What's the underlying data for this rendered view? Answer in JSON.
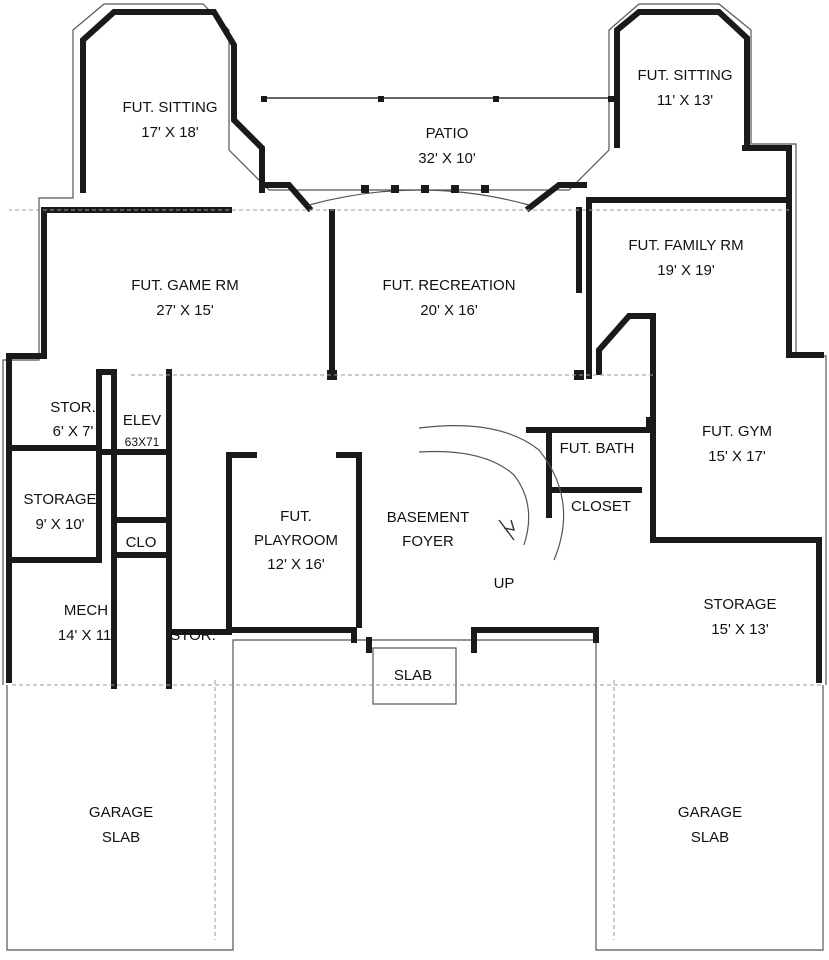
{
  "rooms": {
    "fut_sitting_left": {
      "name": "FUT. SITTING",
      "size": "17' X 18'"
    },
    "patio": {
      "name": "PATIO",
      "size": "32' X 10'"
    },
    "fut_sitting_right": {
      "name": "FUT. SITTING",
      "size": "11' X 13'"
    },
    "fut_game_rm": {
      "name": "FUT. GAME RM",
      "size": "27' X 15'"
    },
    "fut_recreation": {
      "name": "FUT. RECREATION",
      "size": "20' X 16'"
    },
    "fut_family_rm": {
      "name": "FUT. FAMILY RM",
      "size": "19' X 19'"
    },
    "stor_small": {
      "name": "STOR.",
      "size": "6' X 7'"
    },
    "elev": {
      "name": "ELEV",
      "size": "63X71"
    },
    "storage_left": {
      "name": "STORAGE",
      "size": "9' X 10'"
    },
    "clo": {
      "name": "CLO"
    },
    "mech": {
      "name": "MECH",
      "size": "14' X 11'"
    },
    "stor_bottom": {
      "name": "STOR."
    },
    "fut_playroom": {
      "name": "FUT.",
      "name2": "PLAYROOM",
      "size": "12' X 16'"
    },
    "basement_foyer": {
      "name": "BASEMENT",
      "name2": "FOYER"
    },
    "fut_bath": {
      "name": "FUT. BATH"
    },
    "closet": {
      "name": "CLOSET"
    },
    "fut_gym": {
      "name": "FUT. GYM",
      "size": "15' X 17'"
    },
    "storage_right": {
      "name": "STORAGE",
      "size": "15' X 13'"
    },
    "slab": {
      "name": "SLAB"
    },
    "garage_left": {
      "name": "GARAGE",
      "name2": "SLAB"
    },
    "garage_right": {
      "name": "GARAGE",
      "name2": "SLAB"
    }
  },
  "stair": {
    "label": "UP"
  }
}
